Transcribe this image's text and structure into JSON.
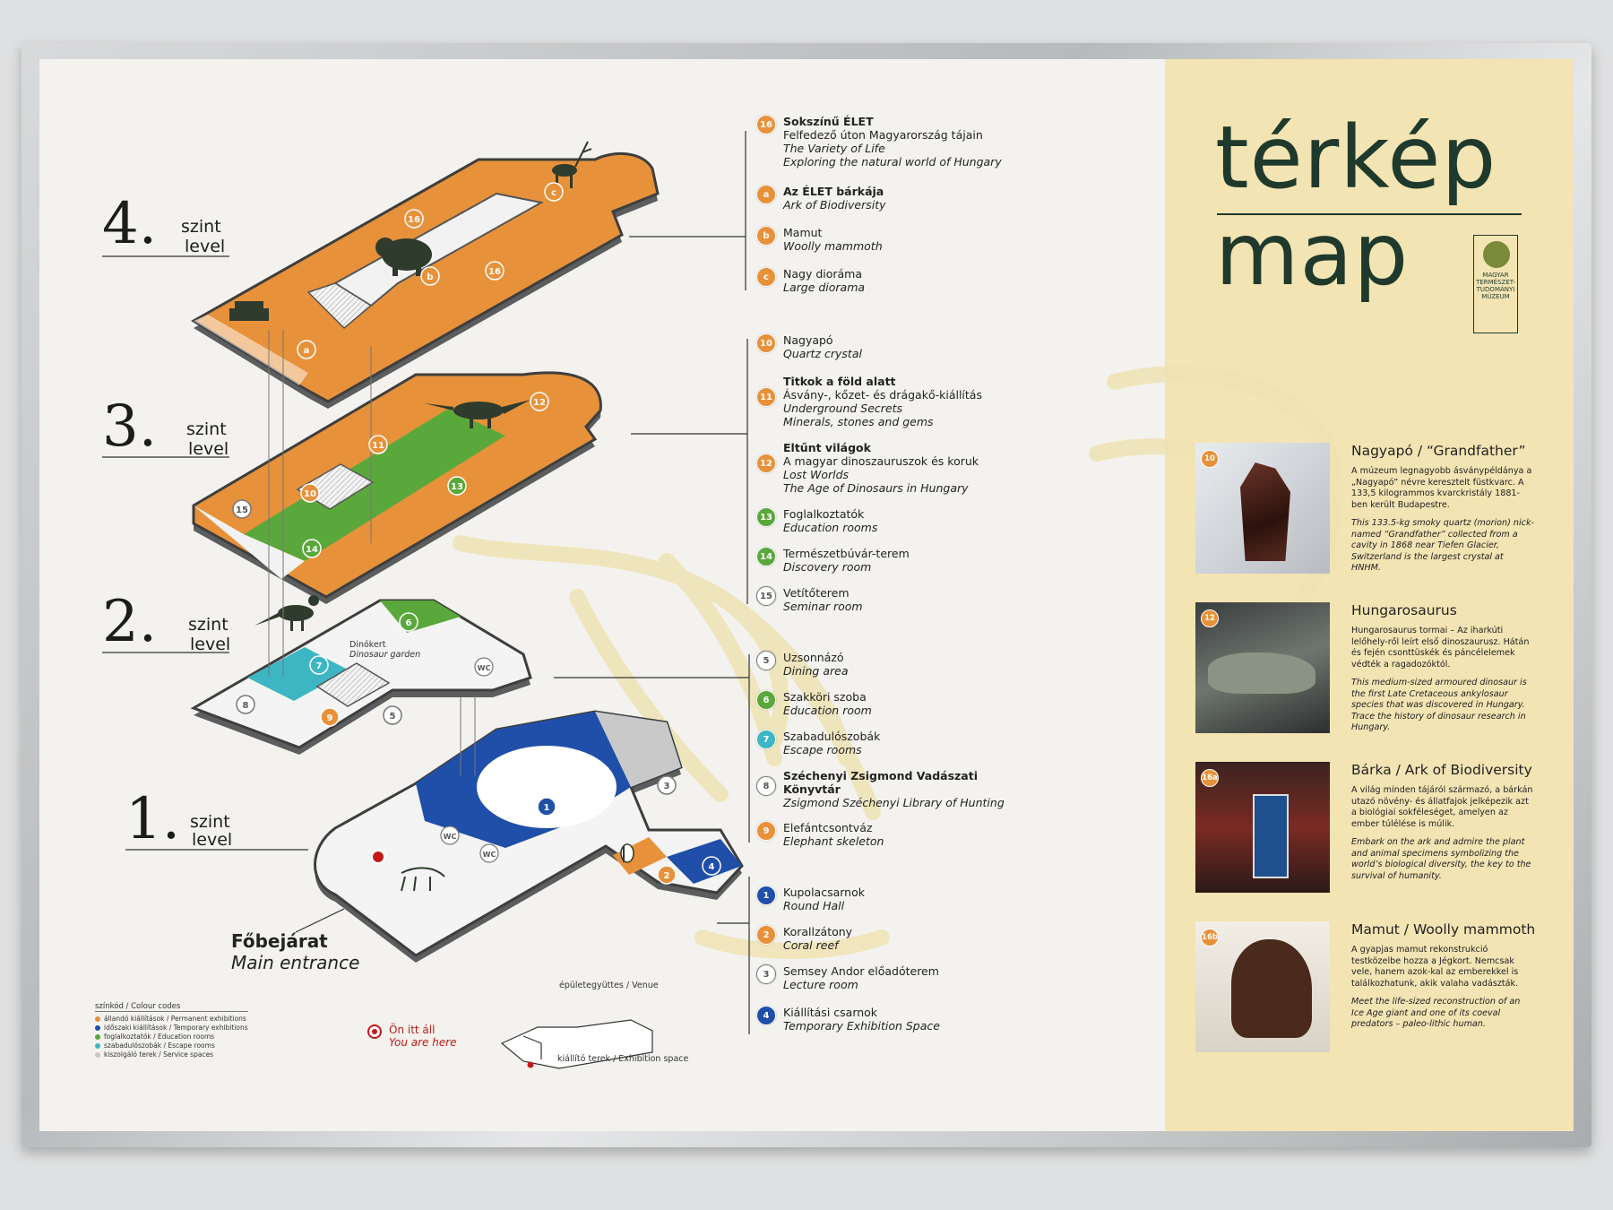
{
  "title": {
    "hu": "térkép",
    "en": "map"
  },
  "logo": {
    "text": "MAGYAR TERMÉSZET-TUDOMÁNYI MÚZEUM"
  },
  "levels": [
    {
      "num": "4.",
      "szint": "szint",
      "level": "level"
    },
    {
      "num": "3.",
      "szint": "szint",
      "level": "level"
    },
    {
      "num": "2.",
      "szint": "szint",
      "level": "level"
    },
    {
      "num": "1.",
      "szint": "szint",
      "level": "level"
    }
  ],
  "legend_level4": [
    {
      "badge": "16",
      "color": "orange",
      "hu_bold": "Sokszínű ÉLET",
      "hu": "Felfedező úton Magyarország tájain",
      "en": "The Variety of Life",
      "en2": "Exploring the natural world of Hungary"
    },
    {
      "badge": "a",
      "color": "orange",
      "hu_bold": "Az ÉLET bárkája",
      "hu": "",
      "en": "Ark of Biodiversity",
      "en2": ""
    },
    {
      "badge": "b",
      "color": "orange",
      "hu_bold": "",
      "hu": "Mamut",
      "en": "Woolly mammoth",
      "en2": ""
    },
    {
      "badge": "c",
      "color": "orange",
      "hu_bold": "",
      "hu": "Nagy dioráma",
      "en": "Large diorama",
      "en2": ""
    }
  ],
  "legend_level3": [
    {
      "badge": "10",
      "color": "orange",
      "hu_bold": "",
      "hu": "Nagyapó",
      "en": "Quartz crystal",
      "en2": ""
    },
    {
      "badge": "11",
      "color": "orange",
      "hu_bold": "Titkok a föld alatt",
      "hu": "Ásvány-, kőzet- és drágakő-kiállítás",
      "en": "Underground Secrets",
      "en2": "Minerals, stones and gems"
    },
    {
      "badge": "12",
      "color": "orange",
      "hu_bold": "Eltűnt világok",
      "hu": "A magyar dinoszauruszok és koruk",
      "en": "Lost Worlds",
      "en2": "The Age of Dinosaurs in Hungary"
    },
    {
      "badge": "13",
      "color": "green",
      "hu_bold": "",
      "hu": "Foglalkoztatók",
      "en": "Education rooms",
      "en2": ""
    },
    {
      "badge": "14",
      "color": "green",
      "hu_bold": "",
      "hu": "Természetbúvár-terem",
      "en": "Discovery room",
      "en2": ""
    },
    {
      "badge": "15",
      "color": "gray",
      "hu_bold": "",
      "hu": "Vetítőterem",
      "en": "Seminar room",
      "en2": ""
    }
  ],
  "legend_level2": [
    {
      "badge": "5",
      "color": "gray",
      "hu_bold": "",
      "hu": "Uzsonnázó",
      "en": "Dining area",
      "en2": ""
    },
    {
      "badge": "6",
      "color": "green",
      "hu_bold": "",
      "hu": "Szakköri szoba",
      "en": "Education room",
      "en2": ""
    },
    {
      "badge": "7",
      "color": "teal",
      "hu_bold": "",
      "hu": "Szabadulószobák",
      "en": "Escape rooms",
      "en2": ""
    },
    {
      "badge": "8",
      "color": "gray",
      "hu_bold": "Széchenyi Zsigmond Vadászati Könyvtár",
      "hu": "",
      "en": "Zsigmond Széchenyi Library of Hunting",
      "en2": ""
    },
    {
      "badge": "9",
      "color": "orange",
      "hu_bold": "",
      "hu": "Elefántcsontváz",
      "en": "Elephant skeleton",
      "en2": ""
    }
  ],
  "legend_level1": [
    {
      "badge": "1",
      "color": "blue",
      "hu_bold": "",
      "hu": "Kupolacsarnok",
      "en": "Round Hall",
      "en2": ""
    },
    {
      "badge": "2",
      "color": "orange",
      "hu_bold": "",
      "hu": "Korallzátony",
      "en": "Coral reef",
      "en2": ""
    },
    {
      "badge": "3",
      "color": "gray",
      "hu_bold": "",
      "hu": "Semsey Andor előadóterem",
      "en": "Lecture room",
      "en2": ""
    },
    {
      "badge": "4",
      "color": "blue",
      "hu_bold": "",
      "hu": "Kiállítási csarnok",
      "en": "Temporary Exhibition Space",
      "en2": ""
    }
  ],
  "main_entrance": {
    "hu": "Főbejárat",
    "en": "Main entrance"
  },
  "dinokert": {
    "hu": "Dinókert",
    "en": "Dinosaur garden"
  },
  "colour_codes": {
    "title": "színkód / Colour codes",
    "items": [
      {
        "label": "állandó kiállítások / Permanent exhibitions",
        "color": "#e7913a"
      },
      {
        "label": "időszaki kiállítások / Temporary exhibitions",
        "color": "#1f4fa8"
      },
      {
        "label": "foglalkoztatók / Education rooms",
        "color": "#5aa83b"
      },
      {
        "label": "szabadulószobák / Escape rooms",
        "color": "#3db6c3"
      },
      {
        "label": "kiszolgáló terek / Service spaces",
        "color": "#c9c9c9"
      }
    ]
  },
  "you_are_here": {
    "hu": "Ön itt áll",
    "en": "You are here"
  },
  "venue": {
    "label": "épületegyüttes / Venue",
    "exhibition": "kiállító terek / Exhibition space"
  },
  "sidebar": [
    {
      "badge": "10",
      "title": "Nagyapó / “Grandfather”",
      "hu": "A múzeum legnagyobb ásványpéldánya a „Nagyapó” névre keresztelt füstkvarc. A 133,5 kilogrammos kvarckristály 1881-ben került Budapestre.",
      "en": "This 133.5-kg smoky quartz (morion) nick-named “Grandfather” collected from a cavity in 1868 near Tiefen Glacier, Switzerland is the largest crystal at HNHM."
    },
    {
      "badge": "12",
      "title": "Hungarosaurus",
      "hu": "Hungarosaurus tormai – Az iharkúti lelőhely-ről leírt első dinoszaurusz. Hátán és fején csonttüskék és páncélelemek védték a ragadozóktól.",
      "en": "This medium-sized armoured dinosaur is the first Late Cretaceous ankylosaur species that was discovered in Hungary. Trace the history of dinosaur research in Hungary."
    },
    {
      "badge": "16a",
      "title": "Bárka / Ark of Biodiversity",
      "hu": "A világ minden tájáról származó, a bárkán utazó növény- és állatfajok jelképezik azt a biológiai sokféleséget, amelyen az ember túlélése is múlik.",
      "en": "Embark on the ark and admire the plant and animal specimens symbolizing the world’s biological diversity, the key to the survival of humanity."
    },
    {
      "badge": "16b",
      "title": "Mamut / Woolly mammoth",
      "hu": "A gyapjas mamut rekonstrukció testközelbe hozza a Jégkort. Nemcsak vele, hanem azok-kal az emberekkel is találkozhatunk, akik valaha vadászták.",
      "en": "Meet the life-sized reconstruction of an Ice Age giant and one of its coeval predators – paleo-lithic human."
    }
  ],
  "map_labels": {
    "l4": [
      "16",
      "16",
      "a",
      "b",
      "c"
    ],
    "l3": [
      "10",
      "11",
      "12",
      "13",
      "14",
      "15"
    ],
    "l2": [
      "5",
      "6",
      "7",
      "8",
      "9",
      "WC"
    ],
    "l1": [
      "1",
      "2",
      "3",
      "4",
      "WC",
      "WC"
    ]
  }
}
